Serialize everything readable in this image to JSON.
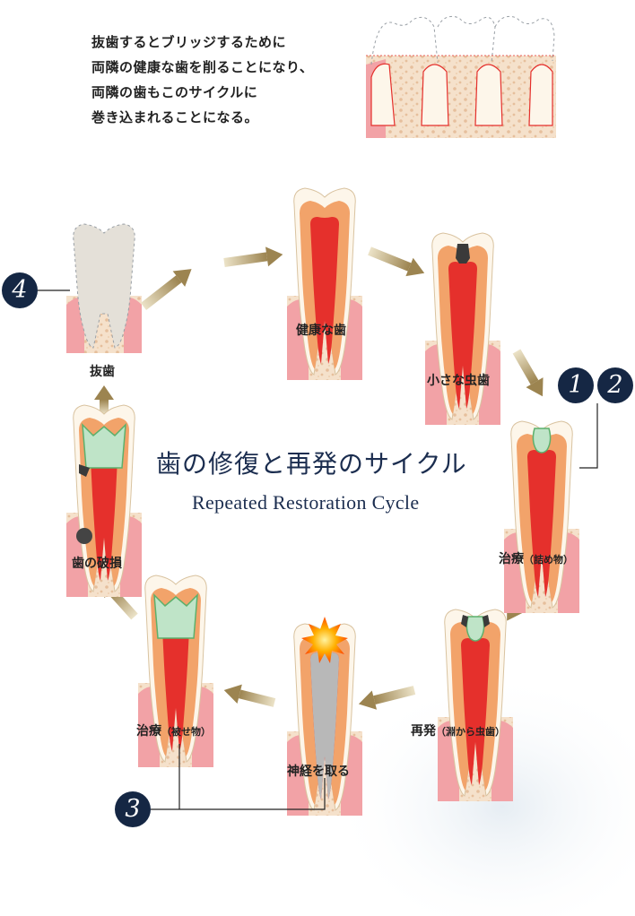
{
  "intro": {
    "lines": [
      "抜歯するとブリッジするために",
      "両隣の健康な歯を削ることになり、",
      "両隣の歯もこのサイクルに",
      "巻き込まれることになる。"
    ]
  },
  "cycle": {
    "title_jp": "歯の修復と再発のサイクル",
    "title_en": "Repeated Restoration Cycle",
    "stages": {
      "healthy": "健康な歯",
      "small_cavity": "小さな虫歯",
      "filling": "治療",
      "filling_note": "（詰め物）",
      "recurrence": "再発",
      "recurrence_note": "（淵から虫歯）",
      "nerve": "神経を取る",
      "crown": "治療",
      "crown_note": "（被せ物）",
      "breakage": "歯の破損",
      "extraction": "抜歯"
    },
    "badges": {
      "b1": "1",
      "b2": "2",
      "b3": "3",
      "b4": "4"
    }
  },
  "colors": {
    "navy": "#152744",
    "gold_arrow": "#a8935c",
    "pulp": "#e5302c",
    "dentin": "#f2a36a",
    "enamel": "#fdf6ea",
    "gum": "#f2a2a6",
    "bone": "#f3d9c0",
    "filling_green": "#bfe4c8"
  }
}
